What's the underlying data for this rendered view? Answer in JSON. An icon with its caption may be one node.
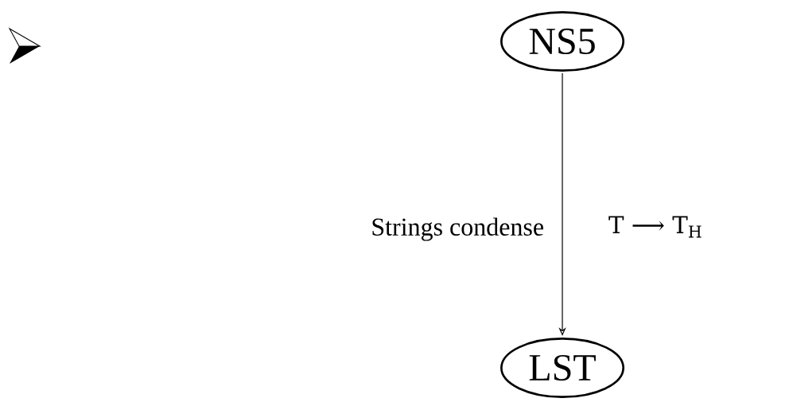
{
  "diagram": {
    "nodes": [
      {
        "text": [
          "NS5"
        ]
      },
      {
        "text": [
          "LST"
        ]
      }
    ],
    "edges": [
      {
        "from": 0,
        "to": 1,
        "arrow": "to",
        "label": "Strings condense"
      }
    ],
    "labels": [
      "T ⟶ T$_{H}$"
    ]
  }
}
